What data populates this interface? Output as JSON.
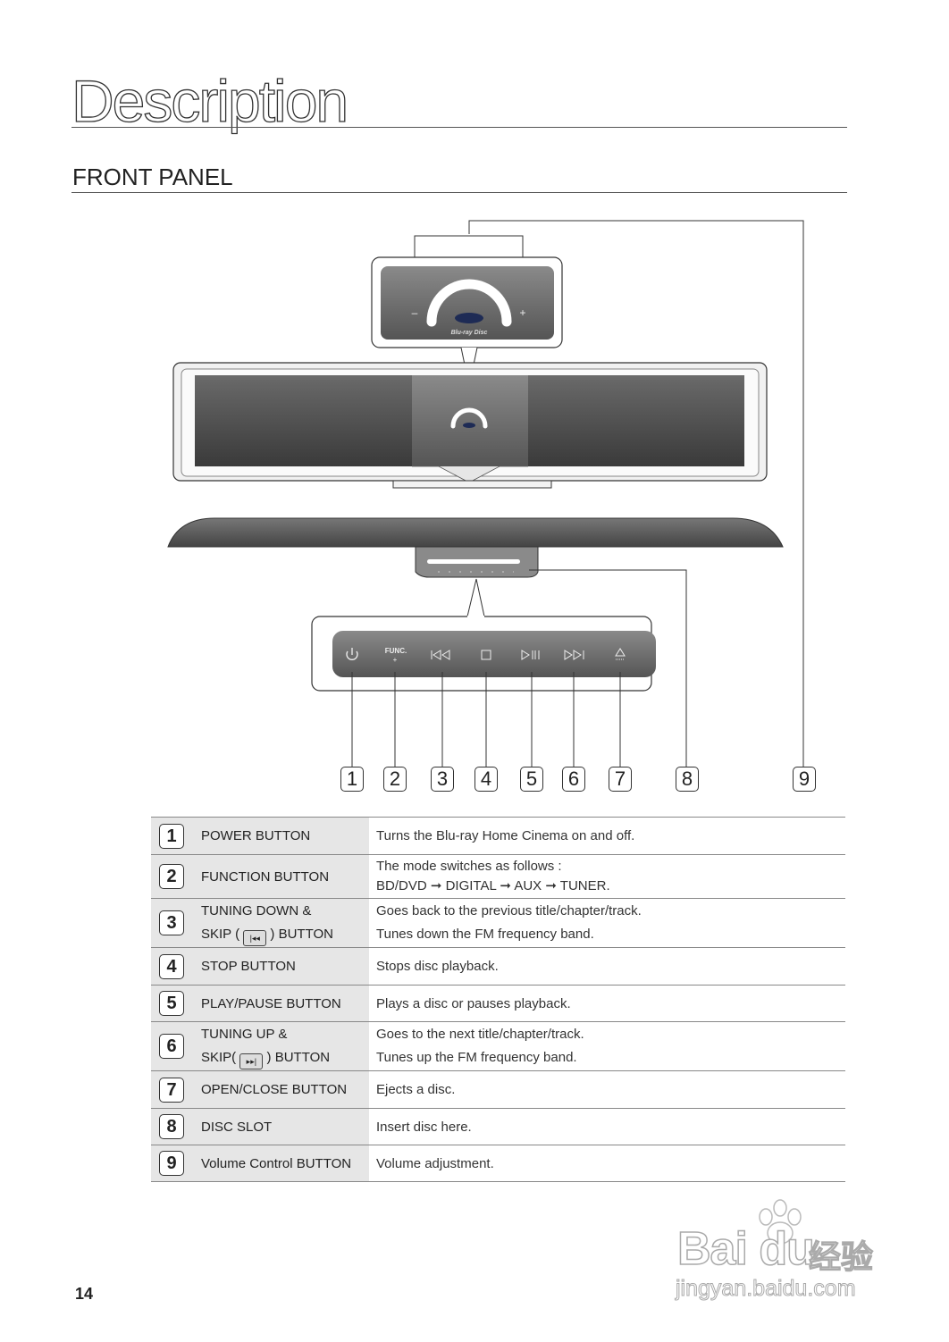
{
  "page": {
    "title": "Description",
    "section": "FRONT PANEL",
    "page_number": "14"
  },
  "diagram": {
    "callouts": [
      "1",
      "2",
      "3",
      "4",
      "5",
      "6",
      "7",
      "8",
      "9"
    ],
    "func_label": "FUNC."
  },
  "items": [
    {
      "num": "1",
      "name_lines": [
        "POWER BUTTON"
      ],
      "desc_lines": [
        "Turns the Blu-ray Home Cinema on and off."
      ]
    },
    {
      "num": "2",
      "name_lines": [
        "FUNCTION BUTTON"
      ],
      "desc_lines": [
        "The mode switches as follows :",
        "BD/DVD ➞ DIGITAL ➞ AUX ➞ TUNER."
      ]
    },
    {
      "num": "3",
      "name_lines": [
        "TUNING DOWN &",
        "SKIP (",
        ") BUTTON"
      ],
      "desc_lines": [
        "Goes back to the previous title/chapter/track.",
        "Tunes down the FM frequency band."
      ]
    },
    {
      "num": "4",
      "name_lines": [
        "STOP BUTTON"
      ],
      "desc_lines": [
        "Stops disc playback."
      ]
    },
    {
      "num": "5",
      "name_lines": [
        "PLAY/PAUSE BUTTON"
      ],
      "desc_lines": [
        "Plays a disc or pauses playback."
      ]
    },
    {
      "num": "6",
      "name_lines": [
        "TUNING UP &",
        "SKIP(",
        ") BUTTON"
      ],
      "desc_lines": [
        "Goes to the next title/chapter/track.",
        "Tunes up the FM frequency band."
      ]
    },
    {
      "num": "7",
      "name_lines": [
        "OPEN/CLOSE BUTTON"
      ],
      "desc_lines": [
        "Ejects a disc."
      ]
    },
    {
      "num": "8",
      "name_lines": [
        "DISC SLOT"
      ],
      "desc_lines": [
        "Insert disc here."
      ]
    },
    {
      "num": "9",
      "name_lines": [
        "Volume Control BUTTON"
      ],
      "desc_lines": [
        "Volume adjustment."
      ]
    }
  ],
  "watermark": {
    "brand": "Bai du",
    "cn": "经验",
    "url": "jingyan.baidu.com"
  }
}
